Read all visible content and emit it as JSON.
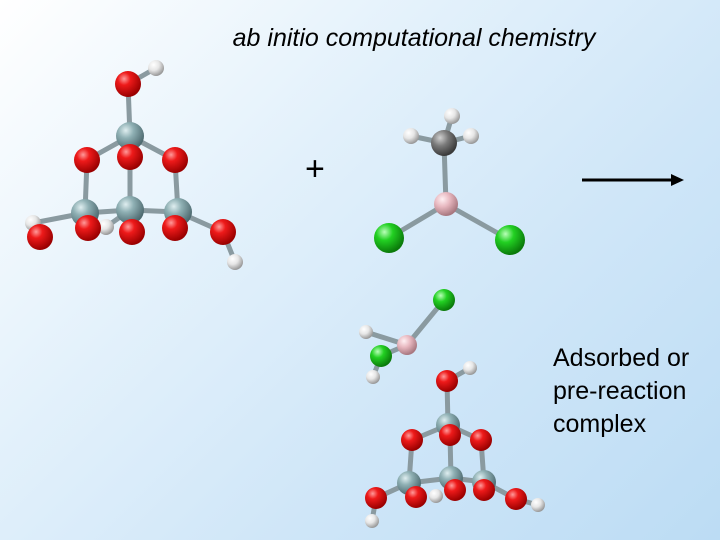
{
  "title": "ab initio computational chemistry",
  "plus_sign": "+",
  "product_label": [
    "Adsorbed or",
    "pre-reaction",
    "complex"
  ],
  "colors": {
    "oxygen": "#e01010",
    "silicon": "#7a9aa0",
    "hydrogen": "#e8e8e8",
    "chlorine": "#22d022",
    "boron": "#e8b8c0",
    "carbon": "#707070"
  }
}
